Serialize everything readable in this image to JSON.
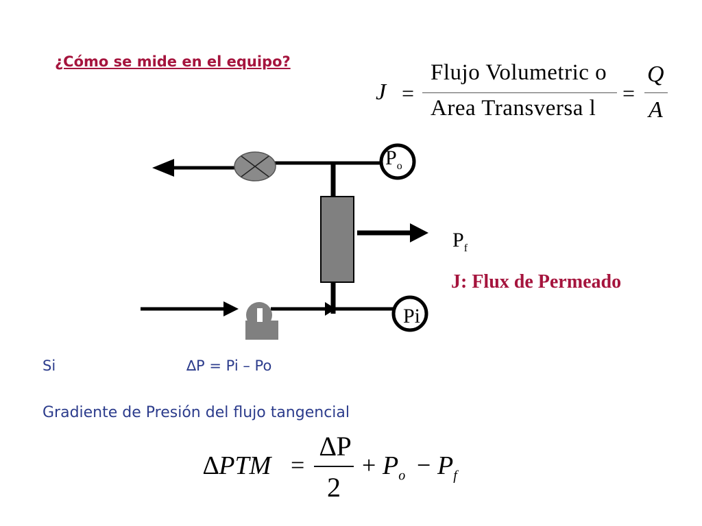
{
  "question": "¿Cómo se mide en el equipo?",
  "flux_equation": {
    "lhs": "J",
    "eq": "=",
    "numerator": "Flujo  Volumetric  o",
    "denominator": "Area  Transversa  l",
    "eq2": "=",
    "symbol_numerator": "Q",
    "symbol_denominator": "A"
  },
  "gauges": {
    "outlet_label": "P",
    "outlet_sub": "o",
    "inlet_label": "Pi"
  },
  "permeate": {
    "label": "P",
    "sub": "f"
  },
  "flux_label": "J: Flux de Permeado",
  "si": "Si",
  "dp_equation": "∆P = Pi – Po",
  "gradient_text": "Gradiente de Presión del flujo tangencial",
  "ptm_equation": {
    "lhs": "∆PTM",
    "eq": "=",
    "numerator": "∆P",
    "denominator": "2",
    "plus": "+",
    "p1": "P",
    "p1_sub": "o",
    "minus": "−",
    "p2": "P",
    "p2_sub": "f"
  },
  "colors": {
    "accent_red": "#a5143d",
    "text_blue": "#2c3c8c",
    "module_gray": "#808080"
  }
}
